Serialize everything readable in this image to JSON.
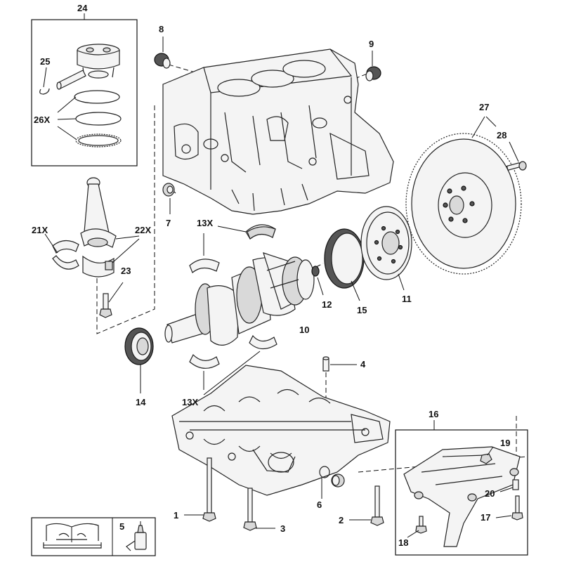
{
  "callouts": {
    "c1": "1",
    "c2": "2",
    "c3": "3",
    "c4": "4",
    "c5": "5",
    "c6": "6",
    "c7": "7",
    "c8": "8",
    "c9": "9",
    "c10": "10",
    "c11": "11",
    "c12": "12",
    "c13a": "13X",
    "c13b": "13X",
    "c14": "14",
    "c15": "15",
    "c16": "16",
    "c17": "17",
    "c18": "18",
    "c19": "19",
    "c20": "20",
    "c21": "21X",
    "c22": "22X",
    "c23": "23",
    "c24": "24",
    "c25": "25",
    "c26": "26X",
    "c27": "27",
    "c28": "28"
  },
  "icons": {
    "manual": "repair-manual-icon",
    "sealant": "sealant-bottle-icon"
  },
  "colors": {
    "line": "#111111",
    "part_light": "#f4f4f4",
    "part_mid": "#d9d9d9",
    "part_dark": "#555555"
  }
}
